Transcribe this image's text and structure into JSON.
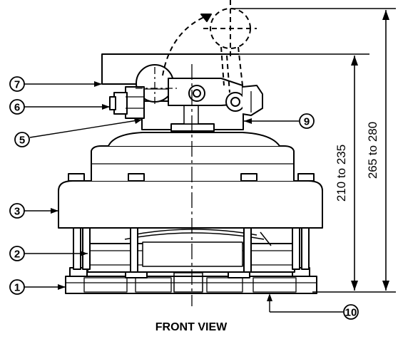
{
  "diagram": {
    "caption": "FRONT VIEW",
    "dimensions": {
      "inner_range": "210 to 235",
      "outer_range": "265 to 280"
    },
    "callouts": [
      "1",
      "2",
      "3",
      "5",
      "6",
      "7",
      "9",
      "10"
    ],
    "colors": {
      "line": "#000000",
      "fill": "#ffffff"
    }
  }
}
